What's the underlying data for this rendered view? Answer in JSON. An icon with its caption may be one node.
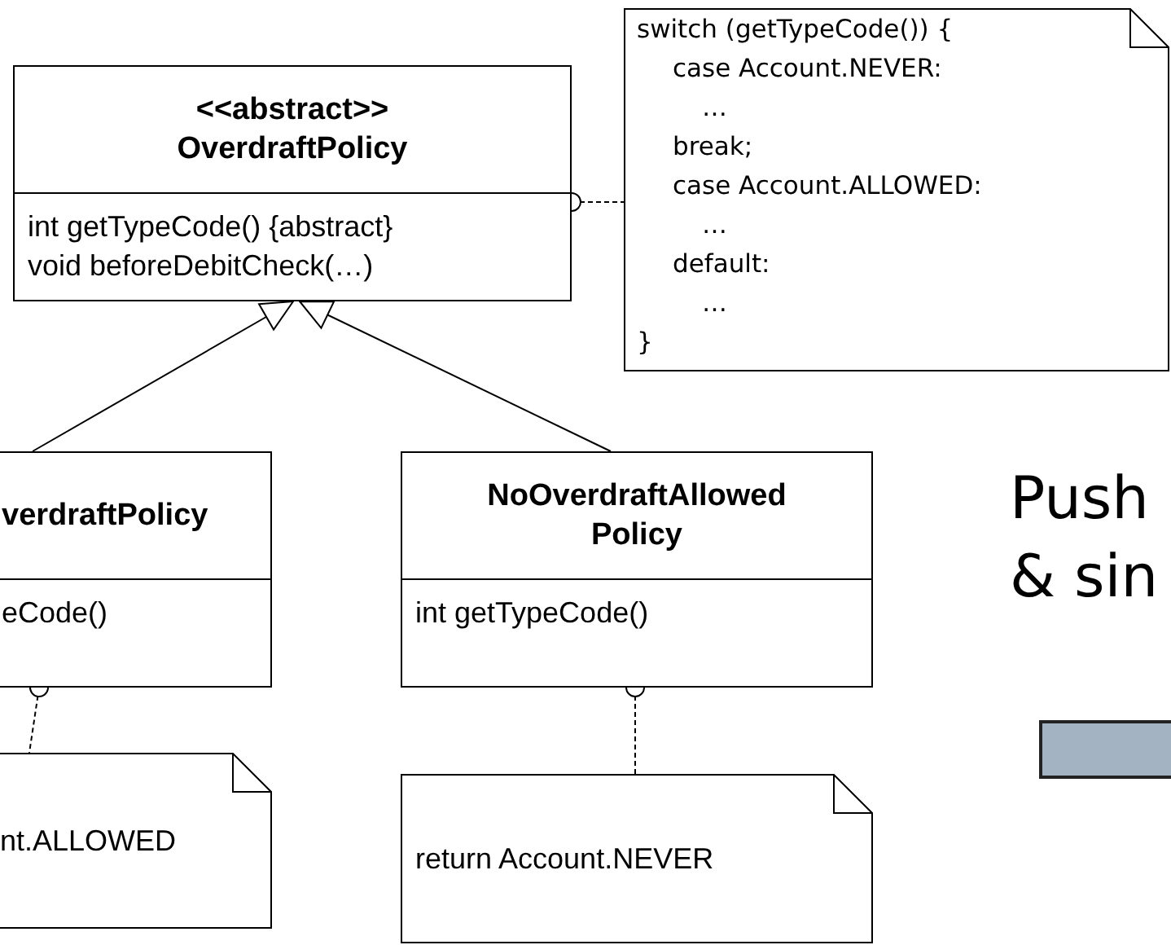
{
  "diagram": {
    "nodes": [
      {
        "text": [
          "<<abstract>>",
          "OverdraftPolicy",
          "int getTypeCode() {abstract}",
          "void beforeDebitCheck(…)"
        ]
      },
      {
        "text": [
          "switch (getTypeCode()) {",
          "case Account.NEVER:",
          "…",
          "break;",
          "case Account.ALLOWED:",
          "…",
          "default:",
          "…",
          "}"
        ]
      },
      {
        "text": [
          "verdraftPolicy",
          "eCode()"
        ]
      },
      {
        "text": [
          "nt.ALLOWED"
        ]
      },
      {
        "text": [
          "NoOverdraftAllowed Policy",
          "int getTypeCode()"
        ]
      },
      {
        "text": [
          "return Account.NEVER"
        ]
      },
      {
        "text": [],
        "shape": "bar"
      }
    ],
    "edges": [
      {
        "from": 2,
        "to": 0,
        "arrow": "to"
      },
      {
        "from": 4,
        "to": 0,
        "arrow": "to"
      },
      {
        "from": 0,
        "to": 1,
        "arrow": "other",
        "style": "dashed"
      },
      {
        "from": 2,
        "to": 3,
        "arrow": "other",
        "style": "dashed"
      },
      {
        "from": 4,
        "to": 5,
        "arrow": "other",
        "style": "dashed"
      }
    ],
    "labels": [
      "Push & sin"
    ]
  }
}
